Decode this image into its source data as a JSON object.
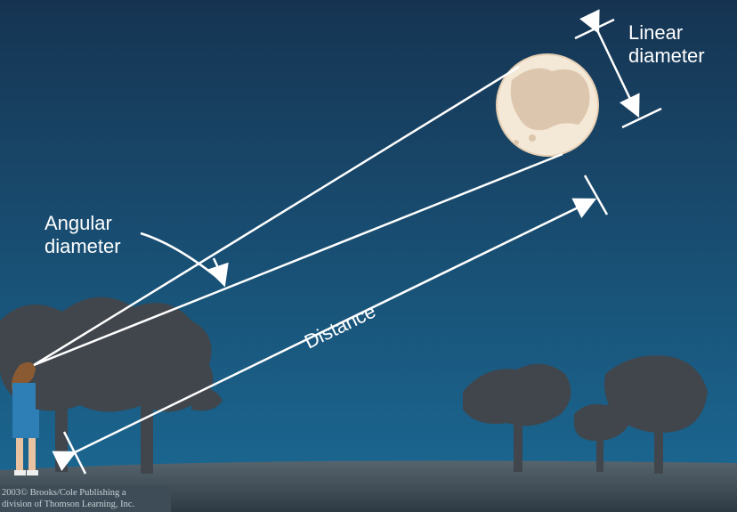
{
  "labels": {
    "linear": "Linear",
    "linear2": "diameter",
    "angular": "Angular",
    "angular2": "diameter",
    "distance": "Distance"
  },
  "copyright": {
    "line1": "2003© Brooks/Cole Publishing a",
    "line2": "division of Thomson Learning, Inc."
  },
  "colors": {
    "sky_top": "#173553",
    "sky_bottom": "#1a6591",
    "ground": "#3a4650",
    "moon": "#f3e6d4",
    "maria": "#dcc6ae",
    "tree": "#3f454b"
  }
}
